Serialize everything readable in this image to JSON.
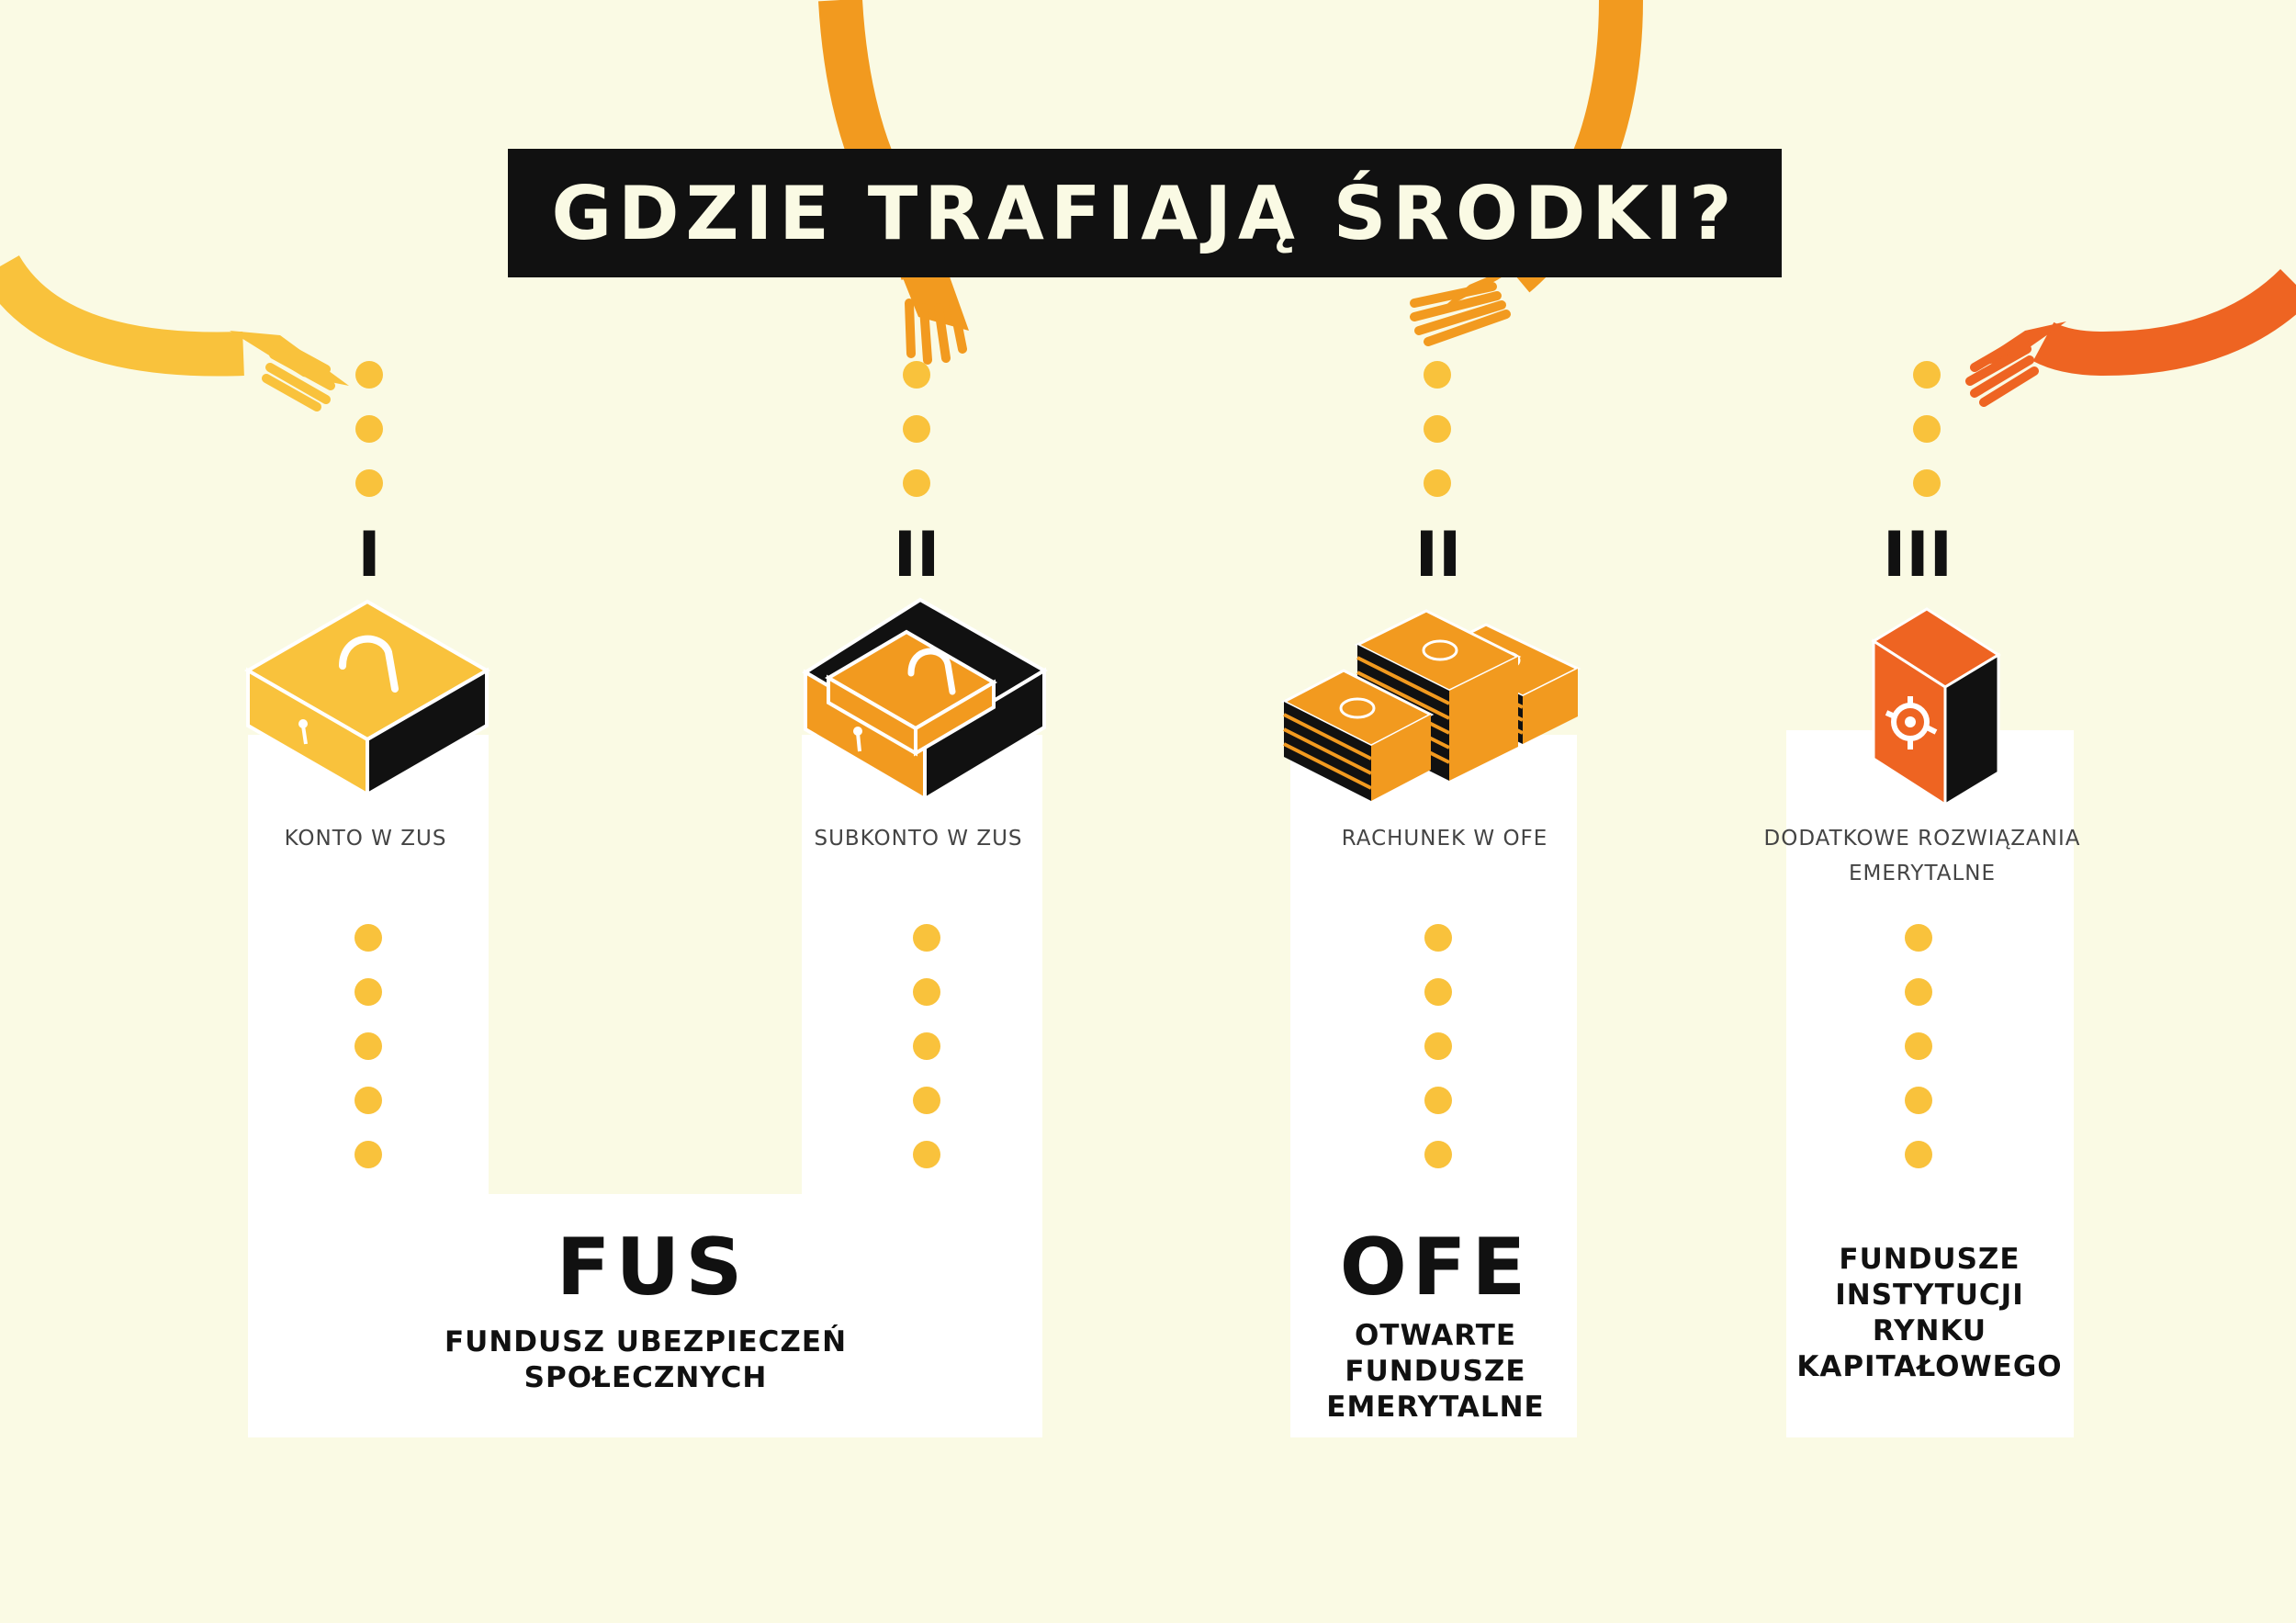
{
  "title": "GDZIE TRAFIAJĄ ŚRODKI?",
  "colors": {
    "background": "#FAFAE4",
    "panel": "#FFFFFF",
    "title_bar": "#111111",
    "dot": "#F9C23C",
    "yellow": "#F9C23C",
    "orange": "#F29A1F",
    "red_orange": "#EE6422",
    "black": "#111111"
  },
  "pillars": [
    {
      "numeral": "I",
      "label": "KONTO W ZUS",
      "icon": "open-box-icon"
    },
    {
      "numeral": "II",
      "label": "SUBKONTO W ZUS",
      "icon": "nested-box-icon"
    },
    {
      "numeral": "II",
      "label": "RACHUNEK W OFE",
      "icon": "money-stacks-icon"
    },
    {
      "numeral": "III",
      "label_lines": [
        "DODATKOWE ROZWIĄZANIA",
        "EMERYTALNE"
      ],
      "icon": "safe-icon"
    }
  ],
  "funds": [
    {
      "abbr": "FUS",
      "lines": [
        "FUNDUSZ UBEZPIECZEŃ",
        "SPOŁECZNYCH"
      ]
    },
    {
      "abbr": "OFE",
      "lines": [
        "OTWARTE",
        "FUNDUSZE",
        "EMERYTALNE"
      ]
    },
    {
      "lines": [
        "FUNDUSZE",
        "INSTYTUCJI",
        "RYNKU",
        "KAPITAŁOWEGO"
      ]
    }
  ]
}
